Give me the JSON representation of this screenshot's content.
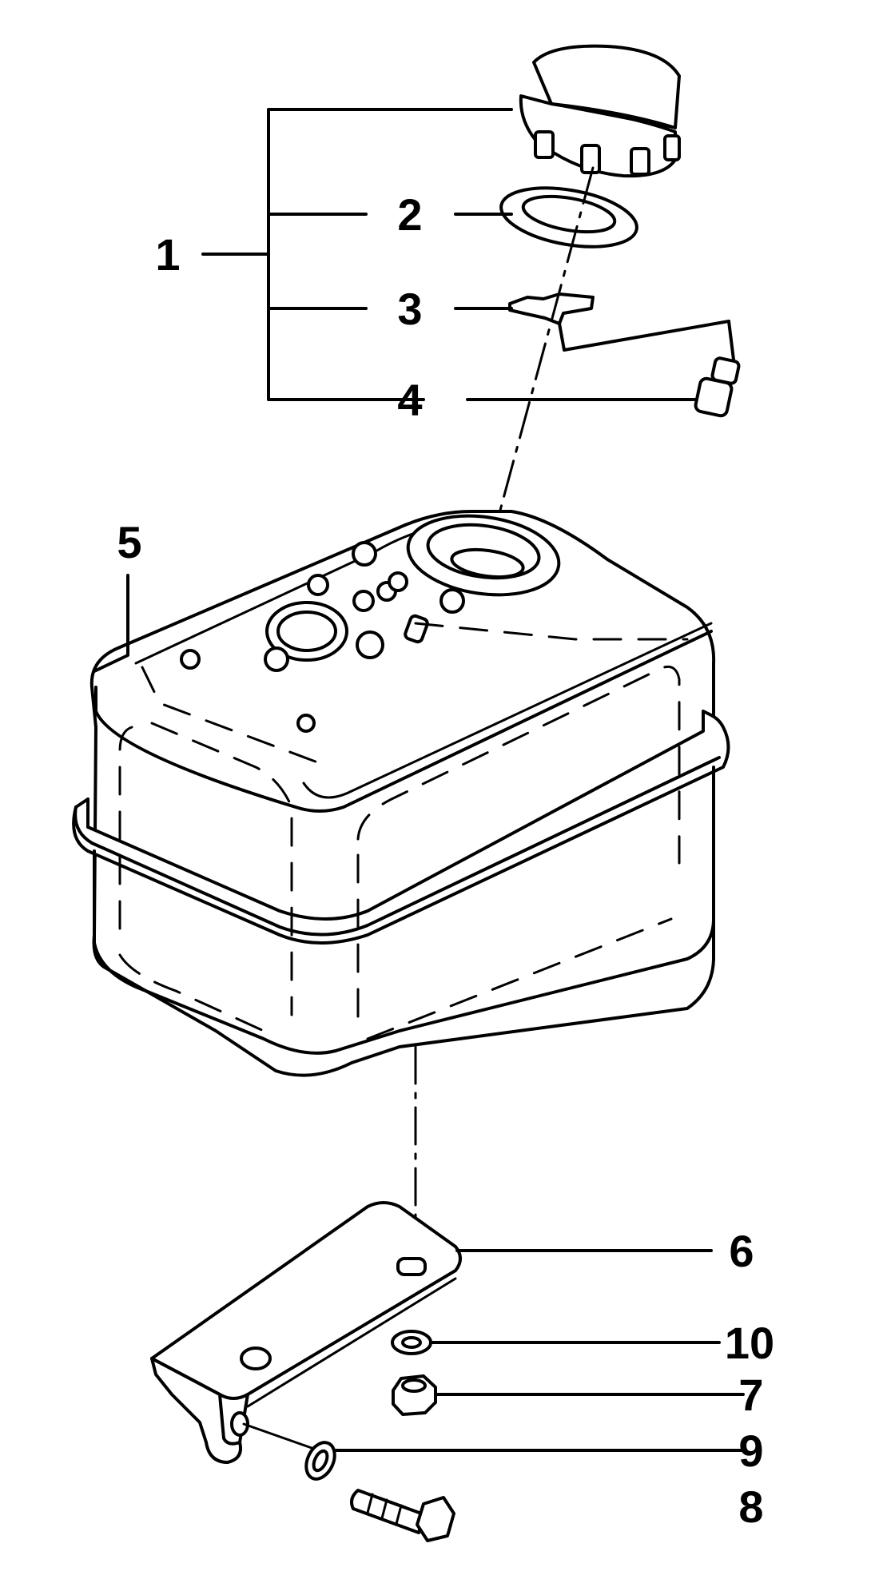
{
  "callouts": [
    {
      "id": "1",
      "label": "1"
    },
    {
      "id": "2",
      "label": "2"
    },
    {
      "id": "3",
      "label": "3"
    },
    {
      "id": "4",
      "label": "4"
    },
    {
      "id": "5",
      "label": "5"
    },
    {
      "id": "6",
      "label": "6"
    },
    {
      "id": "10",
      "label": "10"
    },
    {
      "id": "7",
      "label": "7"
    },
    {
      "id": "9",
      "label": "9"
    },
    {
      "id": "8",
      "label": "8"
    }
  ]
}
